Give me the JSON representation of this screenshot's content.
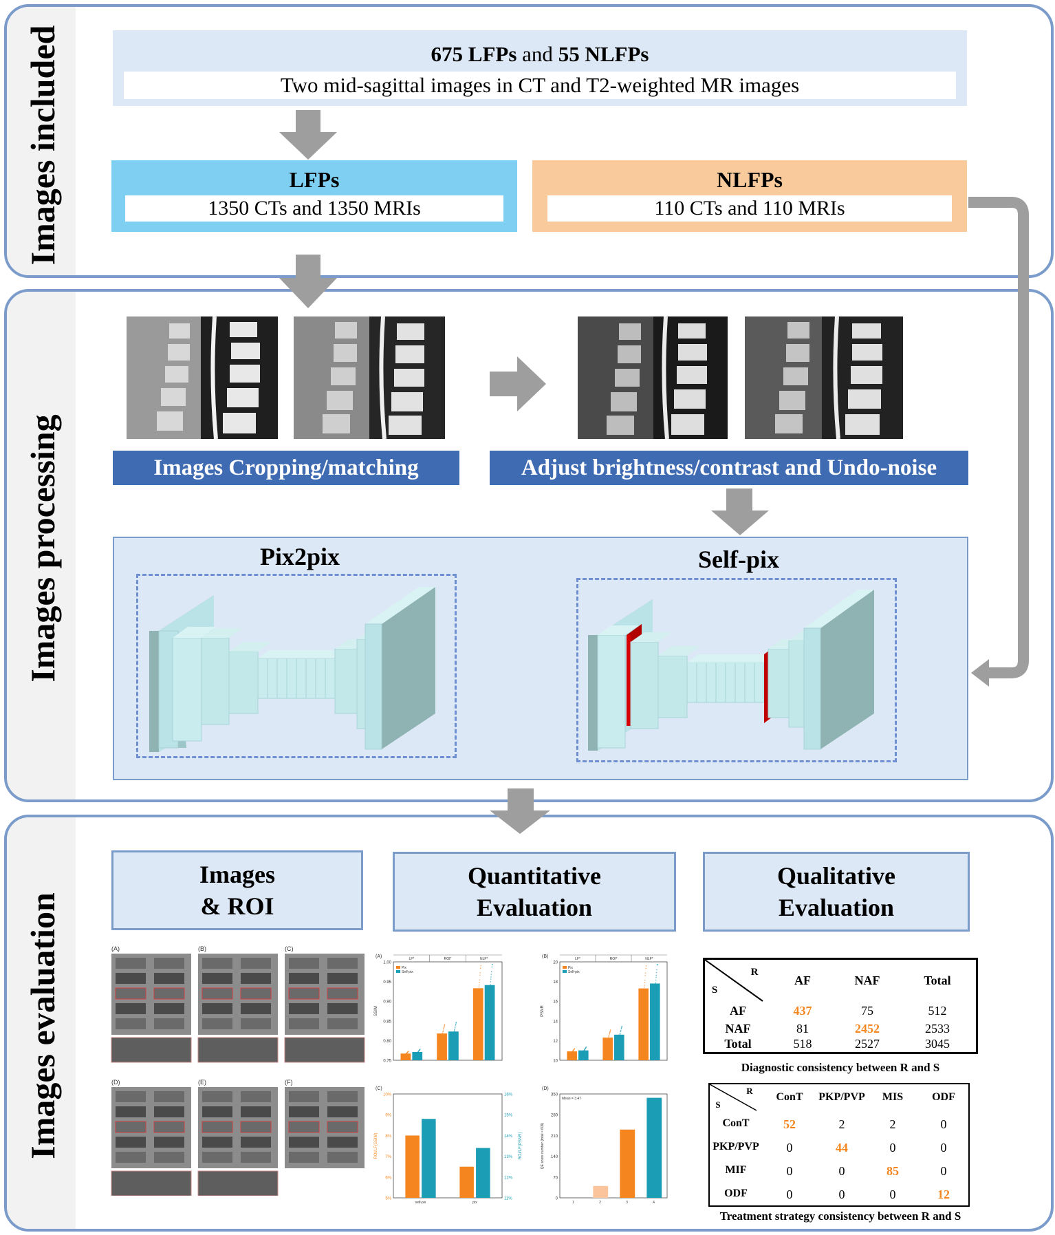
{
  "sections": {
    "included": "Images included",
    "processing": "Images processing",
    "evaluation": "Images evaluation"
  },
  "top_box": {
    "count_lfp": "675 LFPs",
    "and_word": "and",
    "count_nlfp": "55 NLFPs",
    "subtitle": "Two mid-sagittal images in CT and T2-weighted MR images"
  },
  "lfps": {
    "title": "LFPs",
    "subtitle": "1350 CTs and 1350 MRIs"
  },
  "nlfps": {
    "title": "NLFPs",
    "subtitle": "110 CTs and 110 MRIs"
  },
  "processing_steps": {
    "crop": "Images Cropping/matching",
    "adjust": "Adjust brightness/contrast and Undo-noise"
  },
  "models": {
    "pix2pix": "Pix2pix",
    "selfpix": "Self-pix"
  },
  "eval_heads": {
    "roi_line1": "Images",
    "roi_line2": "& ROI",
    "quant_line1": "Quantitative",
    "quant_line2": "Evaluation",
    "qual_line1": "Qualitative",
    "qual_line2": "Evaluation"
  },
  "roi_panels": [
    "(A)",
    "(B)",
    "(C)",
    "(D)",
    "(E)",
    "(F)"
  ],
  "quant_panels": {
    "a_label": "(A)",
    "b_label": "(B)",
    "c_label": "(C)",
    "d_label": "(D)",
    "a_ylabel": "SSIM",
    "b_ylabel": "PSNR",
    "c_ylabel_left": "ROI/LF(SSIM)",
    "c_ylabel_right": "ROI/LF(PSNR)",
    "d_ylabel": "QE score number (total = 609)",
    "d_mean": "Mean = 3.47",
    "legend_pix": "Pix",
    "legend_self": "Self-pix",
    "groups": [
      "LF*",
      "ROI*",
      "NLF*"
    ],
    "c_xcats": [
      "self-pix",
      "pix"
    ],
    "d_xcats": [
      "1",
      "2",
      "3",
      "4"
    ]
  },
  "chart_data": [
    {
      "type": "bar",
      "title": "(A)",
      "ylabel": "SSIM",
      "categories": [
        "LF*",
        "ROI*",
        "NLF*"
      ],
      "series": [
        {
          "name": "Pix",
          "values": [
            0.767,
            0.818,
            0.933
          ]
        },
        {
          "name": "Self-pix",
          "values": [
            0.771,
            0.823,
            0.941
          ]
        }
      ],
      "ylim": [
        0.75,
        1.0
      ],
      "yticks": [
        "0.75",
        "0.80",
        "0.85",
        "0.90",
        "0.95",
        "1.00"
      ]
    },
    {
      "type": "bar",
      "title": "(B)",
      "ylabel": "PSNR",
      "categories": [
        "LF*",
        "ROI*",
        "NLF*"
      ],
      "series": [
        {
          "name": "Pix",
          "values": [
            10.9,
            12.3,
            17.3
          ]
        },
        {
          "name": "Self-pix",
          "values": [
            11.0,
            12.6,
            17.8
          ]
        }
      ],
      "ylim": [
        10,
        20
      ],
      "yticks": [
        "10",
        "12",
        "14",
        "16",
        "18",
        "20"
      ]
    },
    {
      "type": "bar",
      "title": "(C)",
      "categories": [
        "self-pix",
        "pix"
      ],
      "series": [
        {
          "name": "ROI/LF(SSIM)",
          "values": [
            8.0,
            6.5
          ]
        },
        {
          "name": "ROI/LF(PSNR)",
          "values": [
            14.8,
            13.4
          ]
        }
      ],
      "ylim_left": [
        5,
        10
      ],
      "ylim_right": [
        11,
        16
      ],
      "yticks_left": [
        "5%",
        "6%",
        "7%",
        "8%",
        "9%",
        "10%"
      ],
      "yticks_right": [
        "11%",
        "12%",
        "13%",
        "14%",
        "15%",
        "16%"
      ]
    },
    {
      "type": "bar",
      "title": "(D)",
      "ylabel": "QE score number (total = 609)",
      "categories": [
        "1",
        "2",
        "3",
        "4"
      ],
      "values": [
        0,
        40,
        230,
        337
      ],
      "ylim": [
        0,
        350
      ],
      "yticks": [
        "0",
        "70",
        "140",
        "210",
        "280",
        "350"
      ],
      "annotation": "Mean = 3.47"
    }
  ],
  "diag_table": {
    "r_label": "R",
    "s_label": "S",
    "cols": [
      "AF",
      "NAF",
      "Total"
    ],
    "rows": [
      {
        "label": "AF",
        "cells": [
          "437",
          "75",
          "512"
        ]
      },
      {
        "label": "NAF",
        "cells": [
          "81",
          "2452",
          "2533"
        ]
      },
      {
        "label": "Total",
        "cells": [
          "518",
          "2527",
          "3045"
        ]
      }
    ],
    "caption": "Diagnostic consistency between R and S"
  },
  "treat_table": {
    "r_label": "R",
    "s_label": "S",
    "cols": [
      "ConT",
      "PKP/PVP",
      "MIS",
      "ODF"
    ],
    "rows": [
      {
        "label": "ConT",
        "cells": [
          "52",
          "2",
          "2",
          "0"
        ]
      },
      {
        "label": "PKP/PVP",
        "cells": [
          "0",
          "44",
          "0",
          "0"
        ]
      },
      {
        "label": "MIF",
        "cells": [
          "0",
          "0",
          "85",
          "0"
        ]
      },
      {
        "label": "ODF",
        "cells": [
          "0",
          "0",
          "0",
          "12"
        ]
      }
    ],
    "caption": "Treatment strategy consistency between R and S"
  },
  "colors": {
    "panel_border": "#7b9ccb",
    "light_blue_box": "#dce8f5",
    "lfp_box": "#7fcff2",
    "nlfp_box": "#f9cb9c",
    "dark_blue_bar": "#3f6bb3",
    "arrow_gray": "#9e9e9e",
    "net_face": "#b9e3e6",
    "net_side": "#8fb3b3",
    "highlight_red": "#b00000",
    "orange": "#f5861f",
    "teal": "#1a9db5"
  }
}
